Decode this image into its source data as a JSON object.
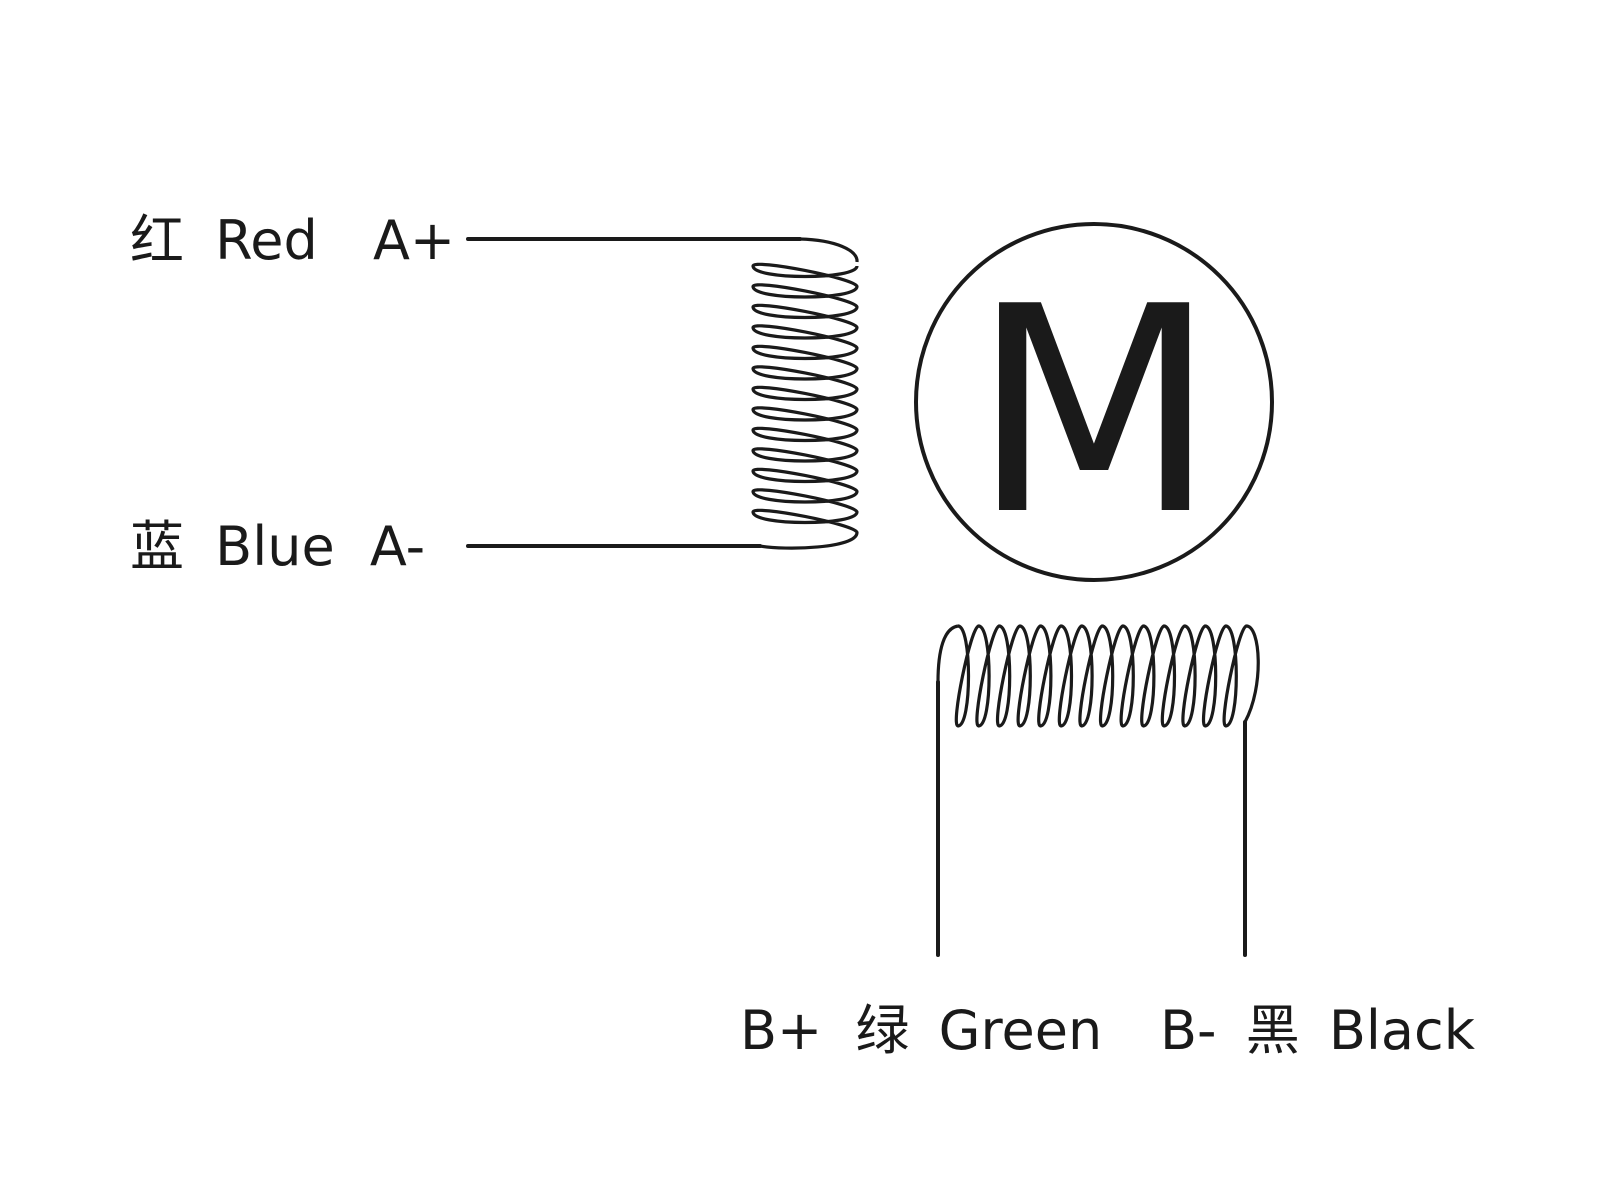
{
  "motor": {
    "letter": "M"
  },
  "terminals": {
    "red": {
      "cn": "红",
      "en": "Red",
      "pin": "A+"
    },
    "blue": {
      "cn": "蓝",
      "en": "Blue",
      "pin": "A-"
    },
    "green": {
      "pin": "B+",
      "cn": "绿",
      "en": "Green"
    },
    "black": {
      "pin": "B-",
      "cn": "黑",
      "en": "Black"
    }
  },
  "colors": {
    "line": "#1a1a1a",
    "background": "#ffffff"
  }
}
